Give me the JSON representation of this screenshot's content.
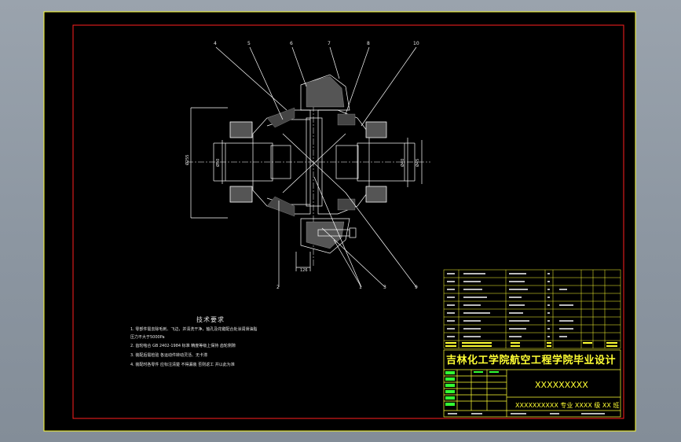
{
  "title_block": {
    "school": "吉林化工学院航空工程学院毕业设计",
    "drawing_title": "XXXXXXXXX",
    "major_line": "XXXXXXXXXX 专业 XXXX 级 XX 班"
  },
  "technical_requirements": {
    "title": "技术要求",
    "items": [
      "1. 零部件需去除毛刺、飞边，并清洗干净，轴孔及花键配合处涂润滑油脂",
      "   压力不大于5000Pa",
      "2. 齿轮啮合 GB 2402-1984 标准 精度等级上保持 齿轮侧隙",
      "3. 装配后需检验 各运动件转动灵活、无卡滞",
      "4. 装配时各零件 应标注清楚 不得漏装 否则返工 并以此为准"
    ]
  },
  "part_labels": [
    "4",
    "5",
    "6",
    "7",
    "8",
    "10",
    "1",
    "2",
    "3",
    "9"
  ],
  "colors": {
    "background": "#000000",
    "frame_border": "#ff2020",
    "outer_border": "#ffff33",
    "geometry": "#ffffff",
    "table_lines": "#ffff33",
    "table_text": "#e8e8e8",
    "school_text": "#ffff33",
    "grid_cells": "#33ff33"
  }
}
